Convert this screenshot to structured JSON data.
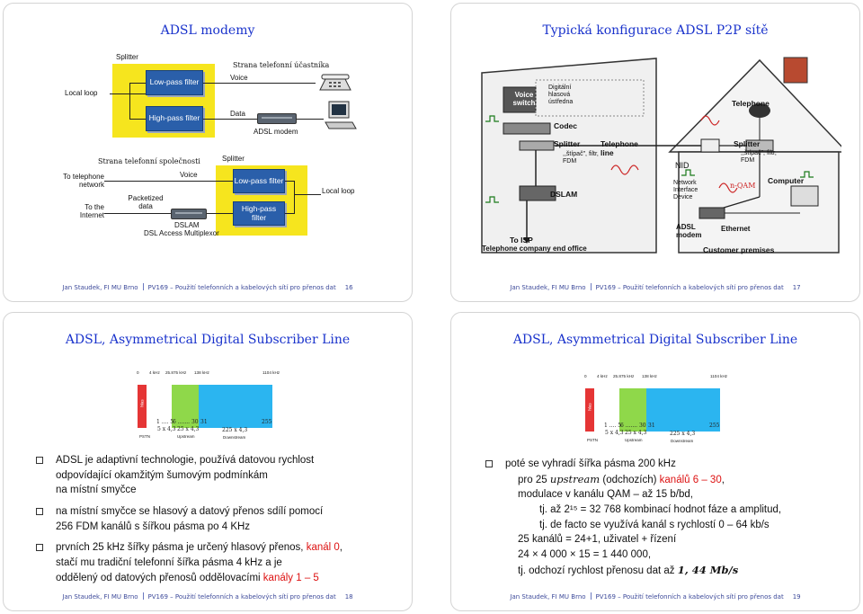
{
  "footer": {
    "author": "Jan Staudek, FI MU Brno",
    "course": "PV169 – Použití telefonních a kabelových sítí pro přenos dat"
  },
  "slide16": {
    "number": "16",
    "title": "ADSL modemy",
    "top": {
      "splitter": "Splitter",
      "local_loop": "Local loop",
      "lowpass": "Low-pass filter",
      "highpass": "High-pass filter",
      "customer_side": "Strana telefonní účastníka",
      "voice": "Voice",
      "data": "Data",
      "adsl_modem": "ADSL modem"
    },
    "bottom": {
      "provider_side": "Strana telefonní společnosti",
      "splitter": "Splitter",
      "voice": "Voice",
      "to_tel_network": "To telephone network",
      "to_internet": "To the Internet",
      "packetized": "Packetized data",
      "lowpass": "Low-pass filter",
      "highpass": "High-pass filter",
      "local_loop": "Local loop",
      "dslam": "DSLAM",
      "dslam_full": "DSL Access Multiplexor"
    }
  },
  "slide17": {
    "number": "17",
    "title": "Typická konfigurace ADSL P2P sítě",
    "labels": {
      "voice_switch": "Voice switch",
      "digital_exchange": "Digitální hlasová ústředna",
      "codec": "Codec",
      "splitter": "Splitter",
      "splitter_note": ",,štípač\", filtr, FDM",
      "telephone_line": "Telephone line",
      "dslam": "DSLAM",
      "to_isp": "To ISP",
      "office": "Telephone company end office",
      "nid": "NID",
      "nid_full": "Network Interface Device",
      "nqam": "n-QAM",
      "telephone": "Telephone",
      "splitter2": "Splitter",
      "splitter2_note": ",,štípač\", filtr, FDM",
      "computer": "Computer",
      "adsl_modem": "ADSL modem",
      "ethernet": "Ethernet",
      "premises": "Customer premises"
    }
  },
  "spectrum": {
    "ticks": [
      "0",
      "4 kHz",
      "25.875 kHz",
      "138 kHz",
      "1104 kHz"
    ],
    "voice": "hlas",
    "pstn": "PSTN",
    "ch_a": "1 .... 5",
    "ch_a2": "5 x 4,3",
    "ch_b": "6 ....... 30",
    "ch_b2": "25 x 4,3",
    "ch_c": "31",
    "ch_c_end": "255",
    "ch_c2": "225 x 4,3",
    "upstream": "Upstream",
    "downstream": "Downstream"
  },
  "slide18": {
    "number": "18",
    "title": "ADSL, Asymmetrical Digital Subscriber Line",
    "b1": [
      "ADSL je adaptivní technologie, používá datovou rychlost",
      "odpovídající okamžitým šumovým podmínkám",
      "na místní smyčce"
    ],
    "b2": [
      "na místní smyčce se hlasový a datový přenos sdílí pomocí",
      "256 FDM kanálů s šířkou pásma po 4 KHz"
    ],
    "b3a": "prvních 25 kHz šířky pásma je určený hlasový přenos, ",
    "b3a_red": "kanál 0",
    "b3a_end": ",",
    "b3b": "stačí mu tradiční telefonní šířka pásma 4 kHz a je",
    "b3c": "oddělený od datových přenosů oddělovacími ",
    "b3c_red": "kanály 1 – 5"
  },
  "slide19": {
    "number": "19",
    "title": "ADSL, Asymmetrical Digital Subscriber Line",
    "l1": "poté se vyhradí šířka pásma 200 kHz",
    "l2a": "pro 25 ",
    "l2i": "upstream",
    "l2b": " (odchozích) ",
    "l2red": "kanálů 6 – 30",
    "l2c": ",",
    "l3": "modulace v kanálu QAM – až 15 b/bd,",
    "l4": "tj. až 2¹⁵ = 32 768 kombinací hodnot fáze a amplitud,",
    "l5": "tj. de facto se využívá kanál s rychlostí 0 – 64 kb/s",
    "l6": "25 kanálů = 24+1, uživatel + řízení",
    "l7": "24 × 4 000 × 15 = 1 440 000,",
    "l8a": "tj. odchozí rychlost přenosu dat až ",
    "l8b": "1, 44 Mb/s"
  }
}
